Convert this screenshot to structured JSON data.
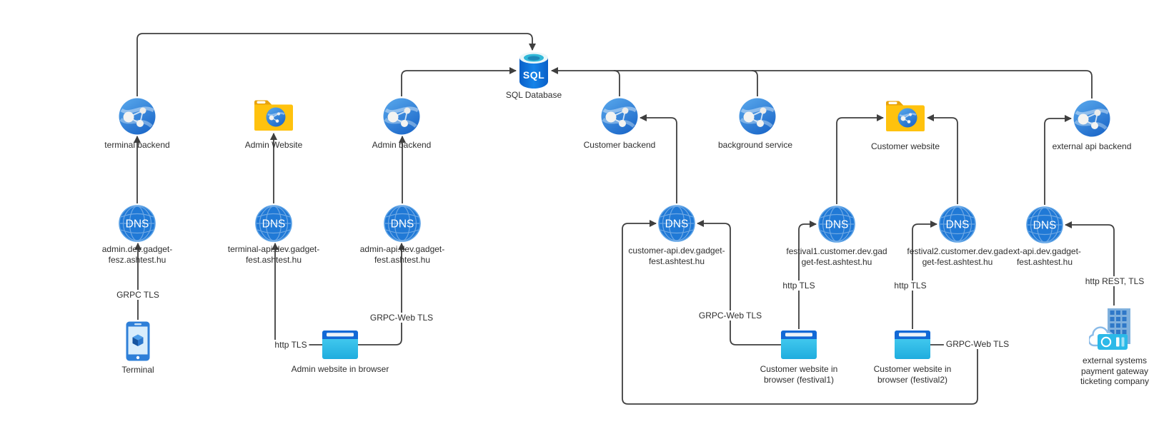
{
  "nodes": {
    "sql_database": {
      "label": "SQL Database",
      "icon_text": "SQL"
    },
    "terminal_backend": {
      "label": "terminal backend"
    },
    "admin_website": {
      "label": "Admin Website"
    },
    "admin_backend": {
      "label": "Admin backend"
    },
    "customer_backend": {
      "label": "Customer backend"
    },
    "background_service": {
      "label": "background service"
    },
    "customer_website": {
      "label": "Customer website"
    },
    "external_api_backend": {
      "label": "external api backend"
    },
    "dns_admin": {
      "icon_text": "DNS",
      "line1": "admin.dev.gadget-",
      "line2": "fesz.ashtest.hu"
    },
    "dns_terminal_api": {
      "icon_text": "DNS",
      "line1": "terminal-api.dev.gadget-",
      "line2": "fest.ashtest.hu"
    },
    "dns_admin_api": {
      "icon_text": "DNS",
      "line1": "admin-api.dev.gadget-",
      "line2": "fest.ashtest.hu"
    },
    "dns_customer_api": {
      "icon_text": "DNS",
      "line1": "customer-api.dev.gadget-",
      "line2": "fest.ashtest.hu"
    },
    "dns_festival1": {
      "icon_text": "DNS",
      "line1": "festival1.customer.dev.gad",
      "line2": "get-fest.ashtest.hu"
    },
    "dns_festival2": {
      "icon_text": "DNS",
      "line1": "festival2.customer.dev.gad",
      "line2": "get-fest.ashtest.hu"
    },
    "dns_ext_api": {
      "icon_text": "DNS",
      "line1": "ext-api.dev.gadget-",
      "line2": "fest.ashtest.hu"
    },
    "terminal": {
      "label": "Terminal"
    },
    "admin_browser": {
      "label": "Admin website in browser"
    },
    "customer_browser_festival1": {
      "line1": "Customer website in",
      "line2": "browser (festival1)"
    },
    "customer_browser_festival2": {
      "line1": "Customer website in",
      "line2": "browser (festival2)"
    },
    "external_systems": {
      "line1": "external systems",
      "line2": "payment gateway",
      "line3": "ticketing company"
    }
  },
  "edge_labels": {
    "terminal_grpc_tls": "GRPC TLS",
    "admin_browser_http_tls": "http TLS",
    "admin_browser_grpc_web_tls": "GRPC-Web TLS",
    "festival1_grpc_web_tls": "GRPC-Web TLS",
    "festival1_http_tls": "http TLS",
    "festival2_http_tls": "http TLS",
    "festival2_grpc_web_tls": "GRPC-Web TLS",
    "external_http_rest_tls": "http REST, TLS"
  },
  "colors": {
    "edge": "#3f3f3f",
    "label_text": "#2e2e2e",
    "azure_globe_blue": "#2e83d4",
    "dns_blue": "#2079d6",
    "folder_yellow": "#ffc20e",
    "sql_blue": "#0d6ad0",
    "sql_top_cyan": "#31b8d8",
    "browser_body_cyan": "#2fc3ec",
    "browser_bar_blue": "#1269d6",
    "phone_blue": "#2e7fd8",
    "ticket_cyan": "#2cb9e8"
  }
}
